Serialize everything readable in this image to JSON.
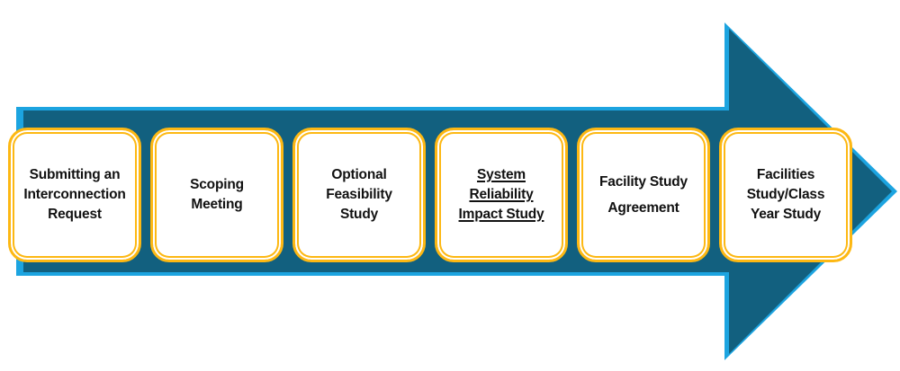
{
  "diagram": {
    "type": "process-flow-arrow",
    "direction": "right",
    "colors": {
      "arrow_body": "#12607F",
      "arrow_outline": "#1CA4E0",
      "box_border": "#FDB813",
      "box_fill": "#FFFFFF",
      "text": "#111111",
      "background": "#FFFFFF"
    },
    "steps": [
      {
        "id": "submitting-an-interconnection-request",
        "label": "Submitting an Interconnection Request",
        "lines": [
          "Submitting an",
          "Interconnection",
          "Request"
        ],
        "underline": false,
        "wide_line_gap": false
      },
      {
        "id": "scoping-meeting",
        "label": "Scoping Meeting",
        "lines": [
          "Scoping",
          "Meeting"
        ],
        "underline": false,
        "wide_line_gap": false
      },
      {
        "id": "optional-feasibility-study",
        "label": "Optional Feasibility Study",
        "lines": [
          "Optional",
          "Feasibility",
          "Study"
        ],
        "underline": false,
        "wide_line_gap": false
      },
      {
        "id": "system-reliability-impact-study",
        "label": "System Reliability Impact Study",
        "lines": [
          "System",
          "Reliability",
          "Impact Study"
        ],
        "underline": true,
        "wide_line_gap": false
      },
      {
        "id": "facility-study-agreement",
        "label": "Facility Study Agreement",
        "lines": [
          "Facility Study",
          "Agreement"
        ],
        "underline": false,
        "wide_line_gap": true
      },
      {
        "id": "facilities-study-class-year-study",
        "label": "Facilities Study/Class Year Study",
        "lines": [
          "Facilities",
          "Study/Class",
          "Year Study"
        ],
        "underline": false,
        "wide_line_gap": false
      }
    ]
  }
}
